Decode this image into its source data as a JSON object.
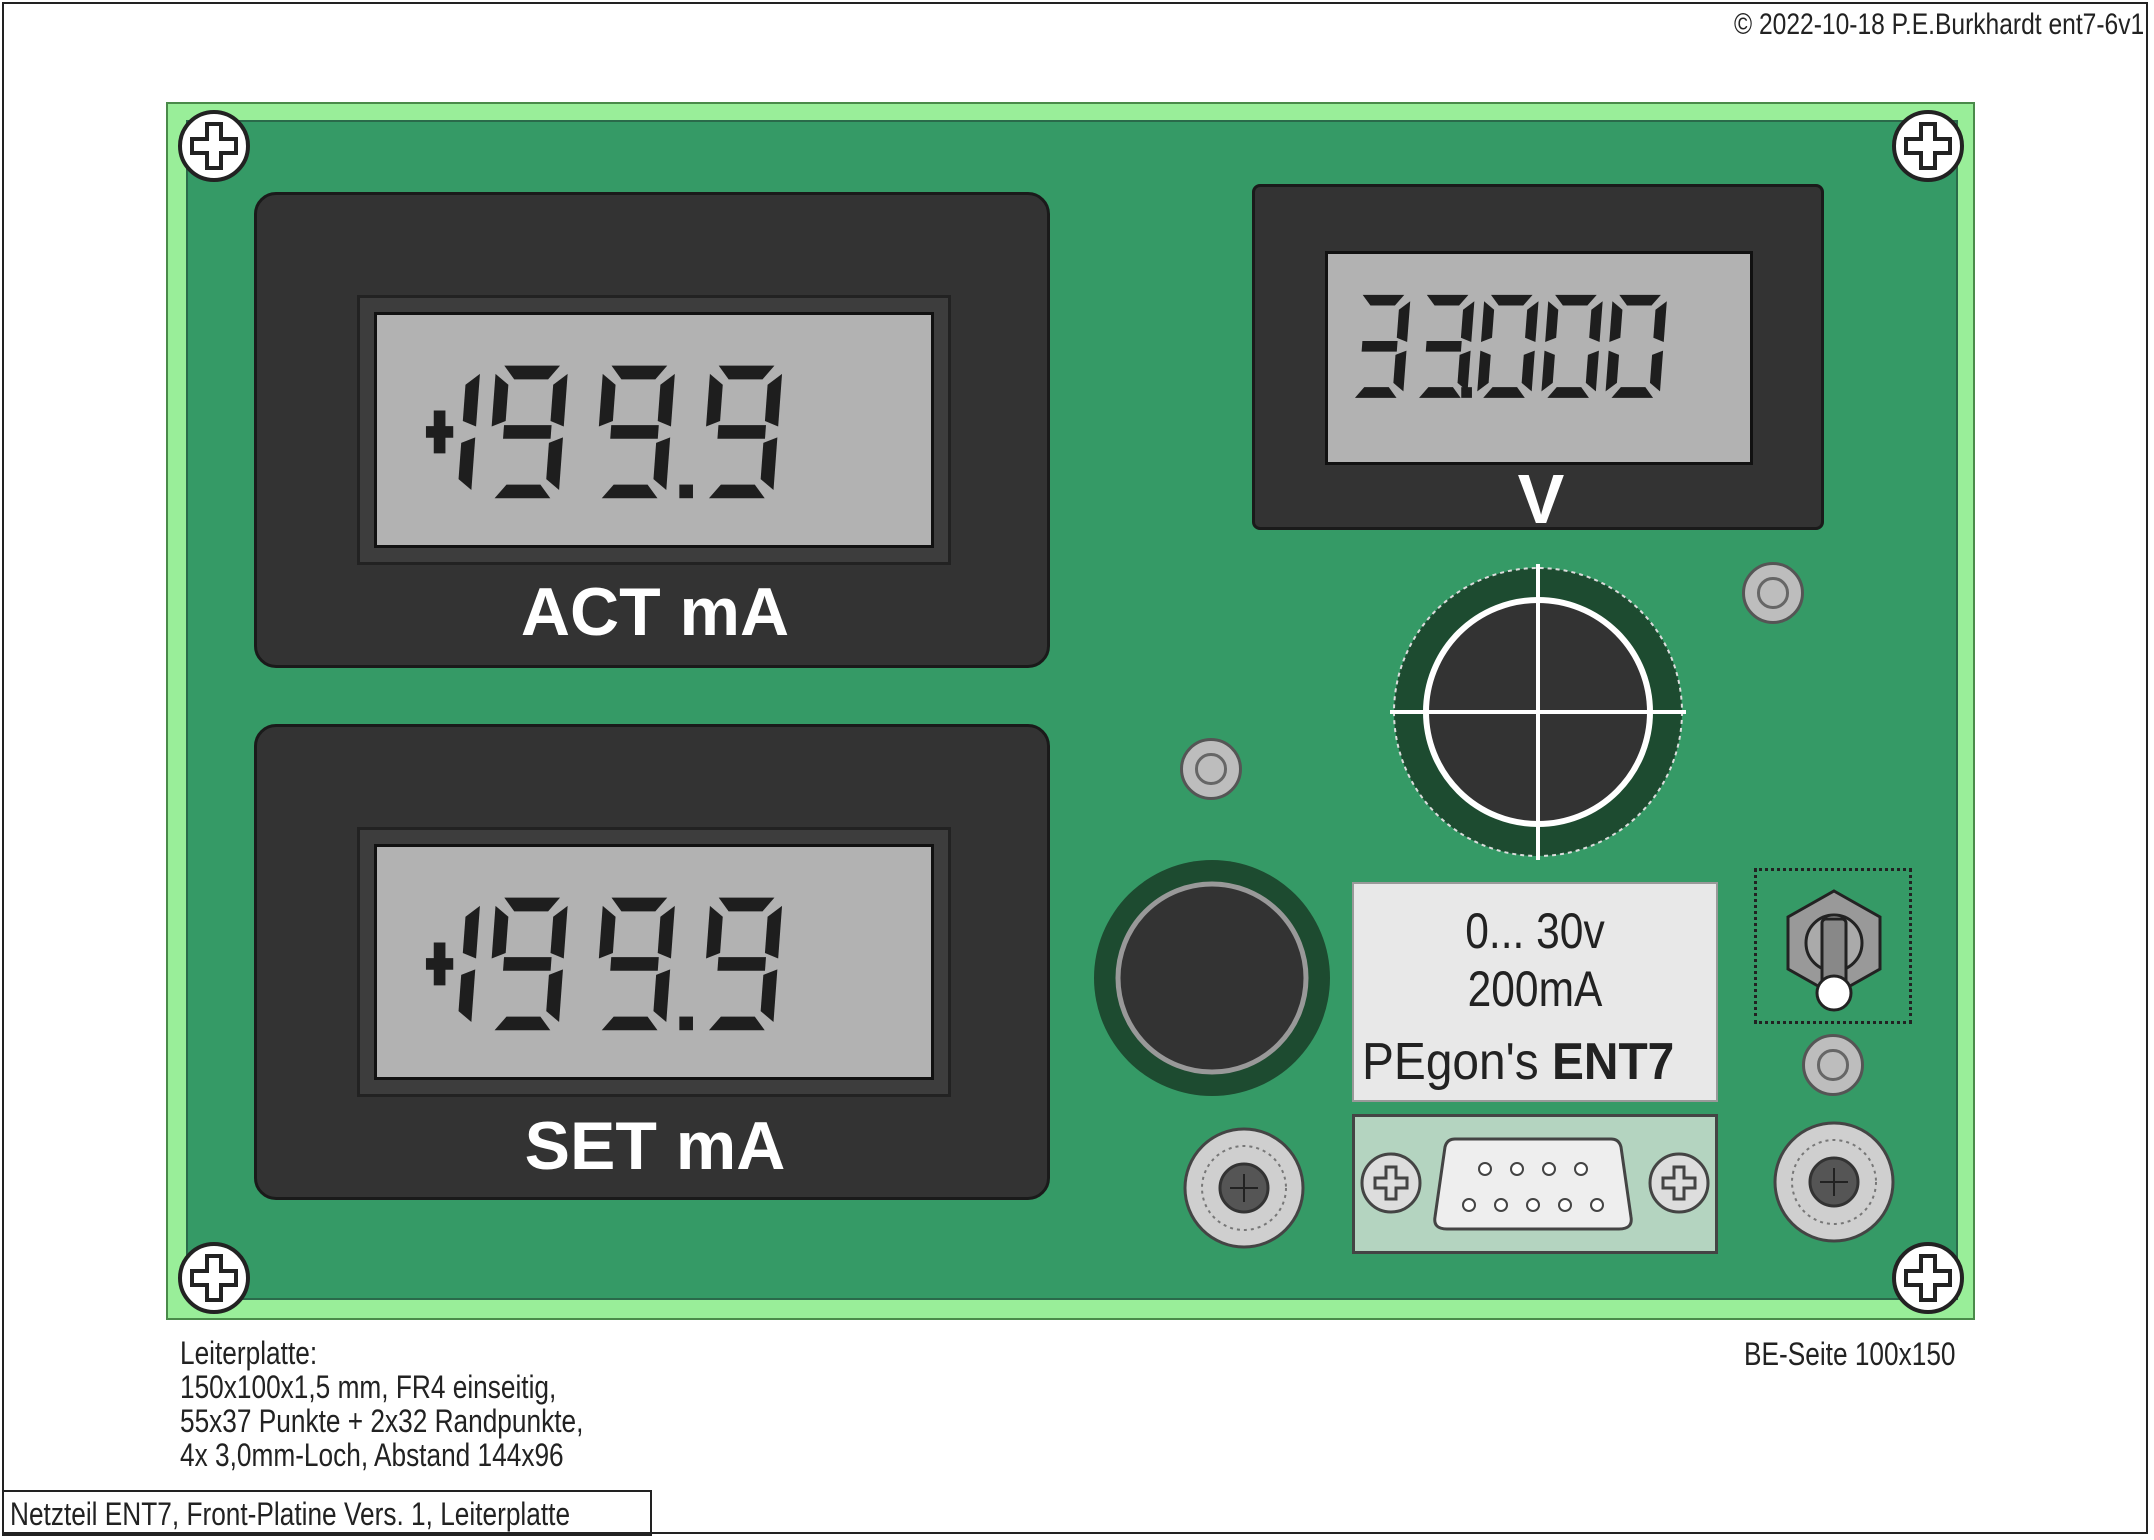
{
  "copyright": "© 2022-10-18 P.E.Burkhardt ent7-6v1",
  "meters": {
    "act": {
      "reading": "+199.9",
      "label": "ACT mA"
    },
    "set": {
      "reading": "+199.9",
      "label": "SET mA"
    },
    "volt": {
      "reading": "33.000",
      "label": "V"
    }
  },
  "infobox": {
    "line1": "0... 30v",
    "line2": "200mA",
    "brand_prefix": "PEgon's",
    "brand_name": "ENT7"
  },
  "notes": {
    "pcb_heading": "Leiterplatte:",
    "pcb_line1": "150x100x1,5 mm, FR4 einseitig,",
    "pcb_line2": "55x37 Punkte + 2x32 Randpunkte,",
    "pcb_line3": "4x 3,0mm-Loch, Abstand 144x96",
    "side": "BE-Seite 100x150"
  },
  "title": "Netzteil ENT7, Front-Platine Vers. 1, Leiterplatte",
  "colors": {
    "pcb_board": "#359a66",
    "pcb_edge": "#99ee99",
    "meter_body": "#333333",
    "lcd": "#b2b2b2",
    "segment": "#1e1e1e"
  }
}
